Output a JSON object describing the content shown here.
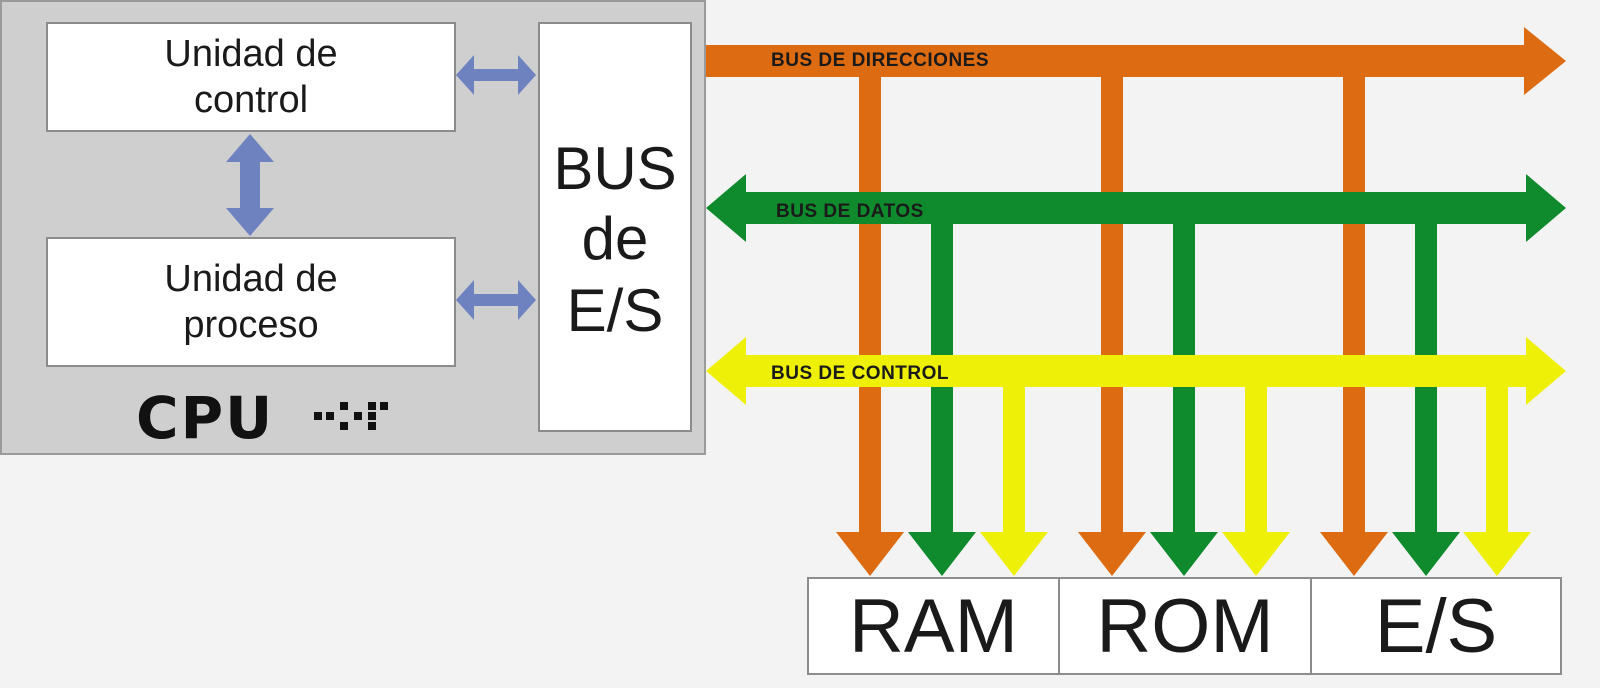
{
  "cpu": {
    "label": "CPU",
    "control_unit": "Unidad de\ncontrol",
    "process_unit": "Unidad de\nproceso",
    "bus_es": [
      "BUS",
      "de",
      "E/S"
    ]
  },
  "buses": {
    "address": "BUS DE DIRECCIONES",
    "data": "BUS DE DATOS",
    "control": "BUS DE CONTROL"
  },
  "devices": {
    "ram": "RAM",
    "rom": "ROM",
    "es": "E/S"
  },
  "colors": {
    "address_bus": "#dc6b12",
    "data_bus": "#0f8a2c",
    "control_bus": "#eef007",
    "cpu_arrows": "#6e82bf",
    "cpu_background": "#cfcfcf"
  }
}
